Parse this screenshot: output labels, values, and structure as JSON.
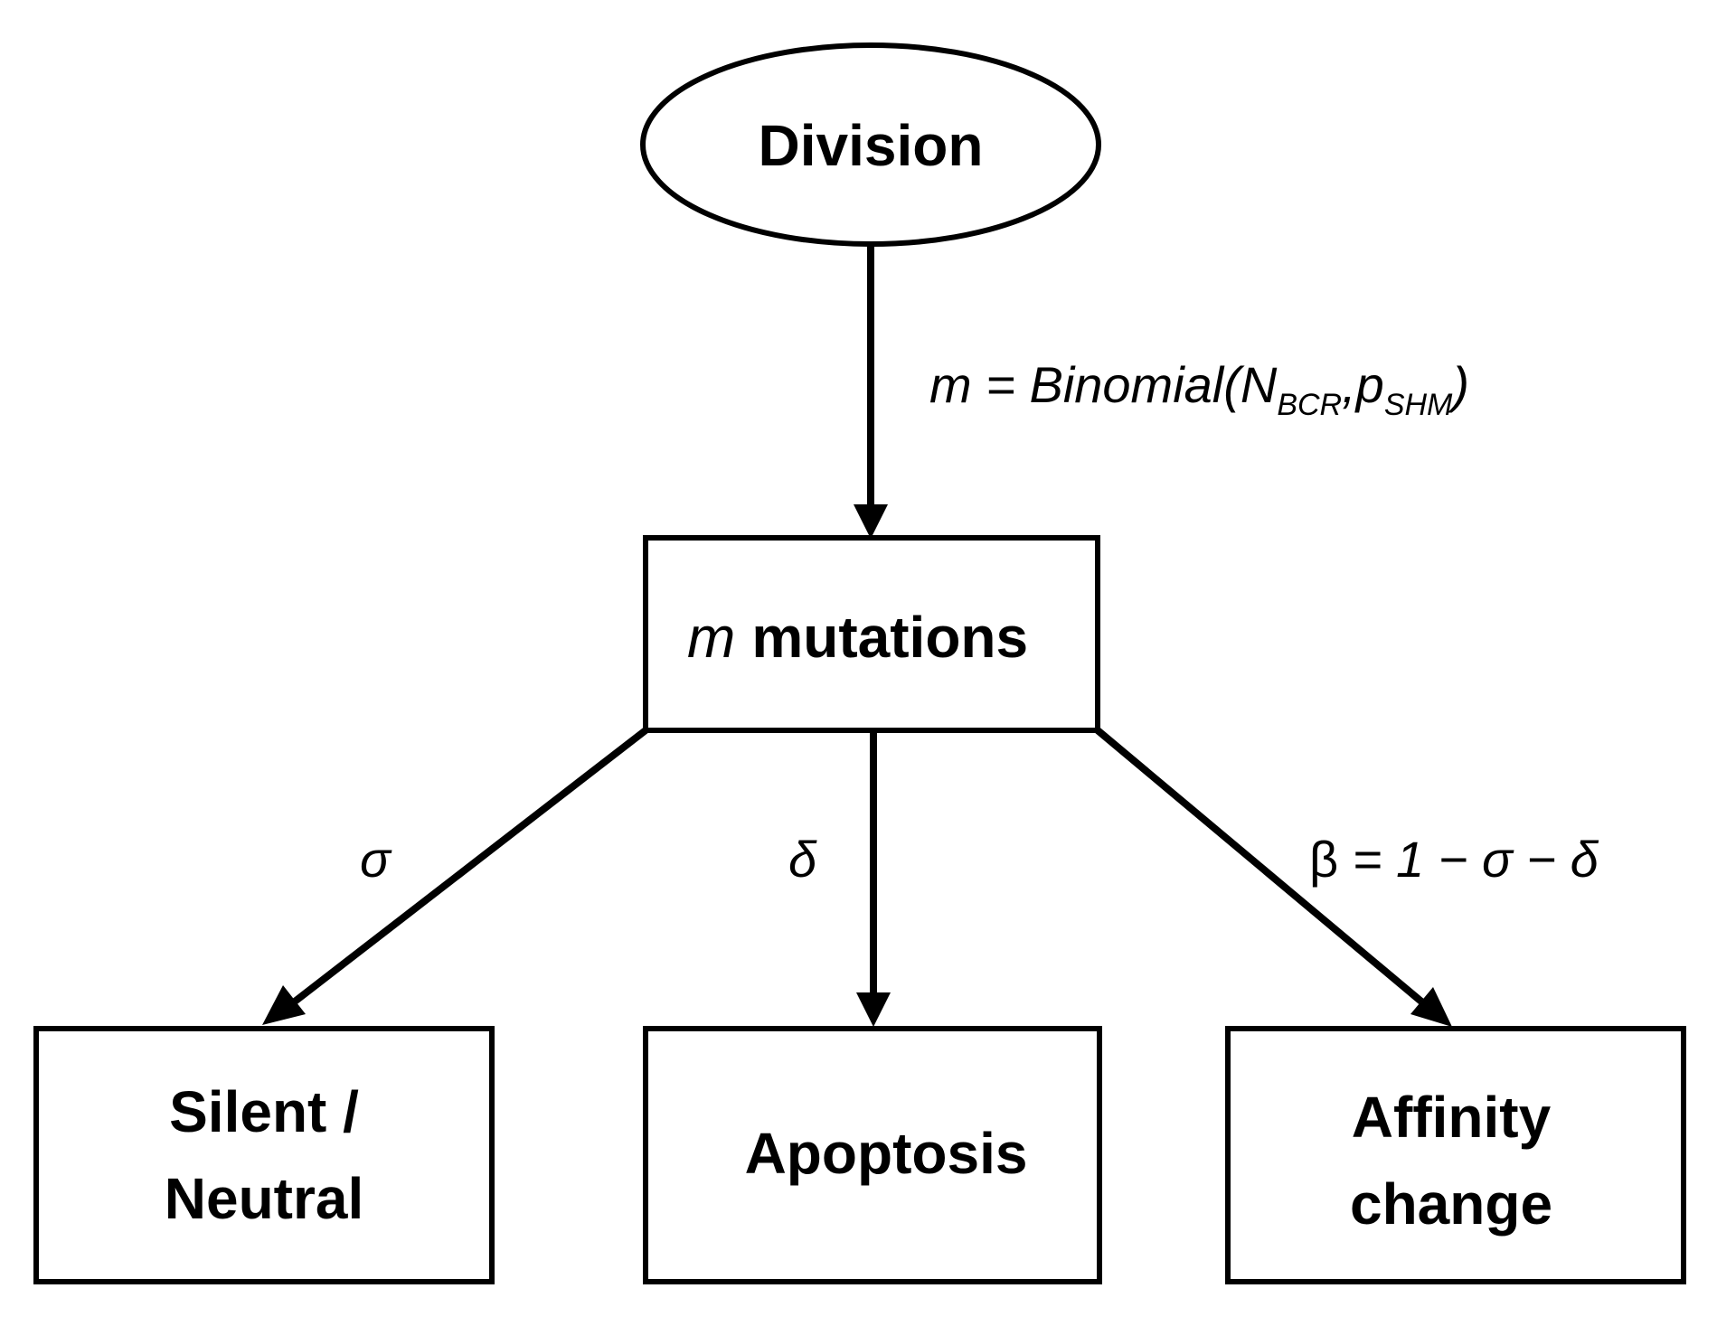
{
  "nodes": {
    "division": {
      "label": "Division"
    },
    "mutations": {
      "label_var": "m",
      "label": "mutations"
    },
    "silent": {
      "line1": "Silent /",
      "line2": "Neutral"
    },
    "apoptosis": {
      "label": "Apoptosis"
    },
    "affinity": {
      "line1": "Affinity",
      "line2": "change"
    }
  },
  "edges": {
    "division_to_mutations": {
      "prefix": "m = Binomial(N",
      "sub1": "BCR",
      "mid": ",p",
      "sub2": "SHM",
      "suffix": ")"
    },
    "to_silent": {
      "label": "σ"
    },
    "to_apoptosis": {
      "label": "δ"
    },
    "to_affinity": {
      "beta": "β",
      "rest": " = 1 − σ − δ"
    }
  }
}
